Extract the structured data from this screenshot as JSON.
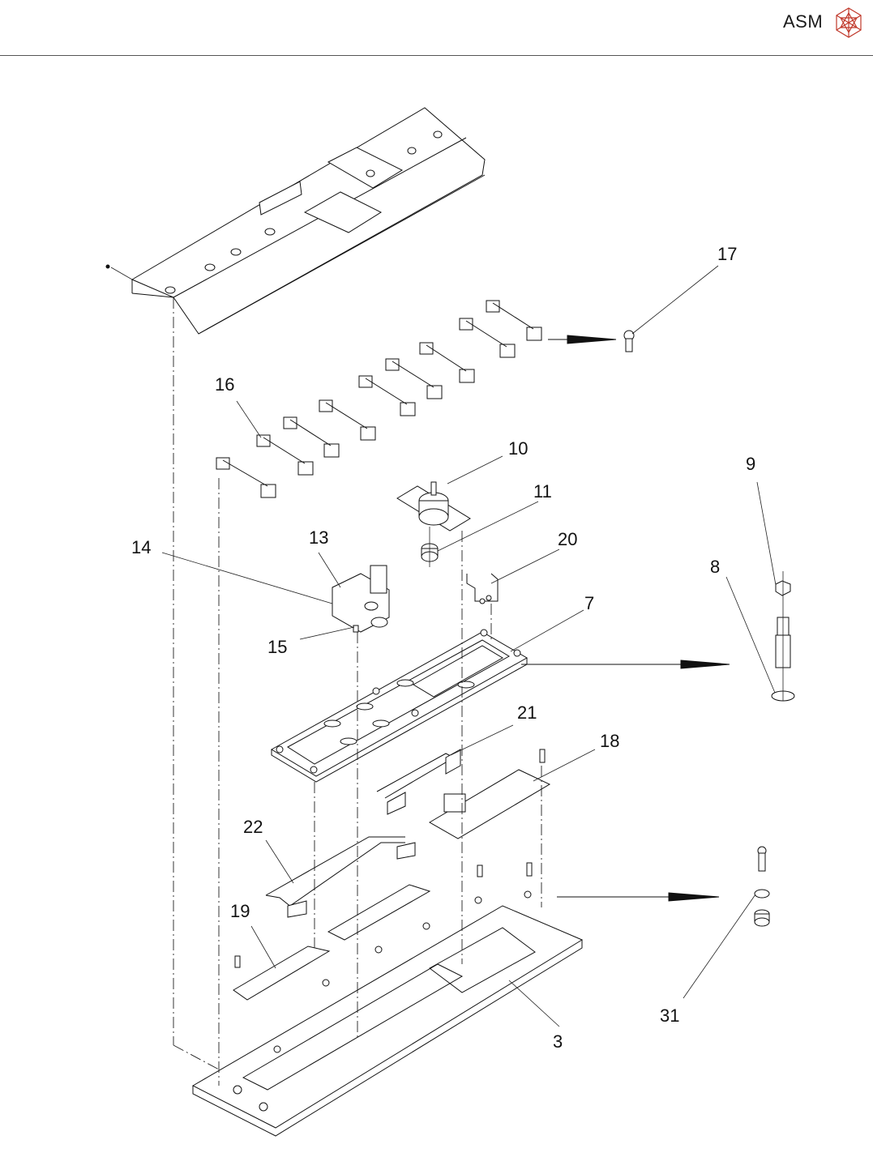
{
  "header": {
    "brand": "ASM",
    "logo_icon": "asm-cube-logo-icon",
    "logo_color": "#c0392b"
  },
  "diagram": {
    "type": "exploded-view-assembly",
    "callouts": [
      {
        "id": "17",
        "part": "screw"
      },
      {
        "id": "16",
        "part": "solenoid-valve-bank"
      },
      {
        "id": "10",
        "part": "motor"
      },
      {
        "id": "11",
        "part": "spacer"
      },
      {
        "id": "9",
        "part": "nut"
      },
      {
        "id": "8",
        "part": "washer-stud"
      },
      {
        "id": "14",
        "part": "valve-block"
      },
      {
        "id": "13",
        "part": "pneumatic-valve"
      },
      {
        "id": "20",
        "part": "bracket"
      },
      {
        "id": "7",
        "part": "mounting-frame"
      },
      {
        "id": "15",
        "part": "pin"
      },
      {
        "id": "21",
        "part": "ribbon-cable"
      },
      {
        "id": "18",
        "part": "circuit-board"
      },
      {
        "id": "22",
        "part": "ribbon-cable"
      },
      {
        "id": "19",
        "part": "circuit-board"
      },
      {
        "id": "3",
        "part": "base-plate"
      },
      {
        "id": "31",
        "part": "screw-washer-bushing"
      }
    ]
  }
}
